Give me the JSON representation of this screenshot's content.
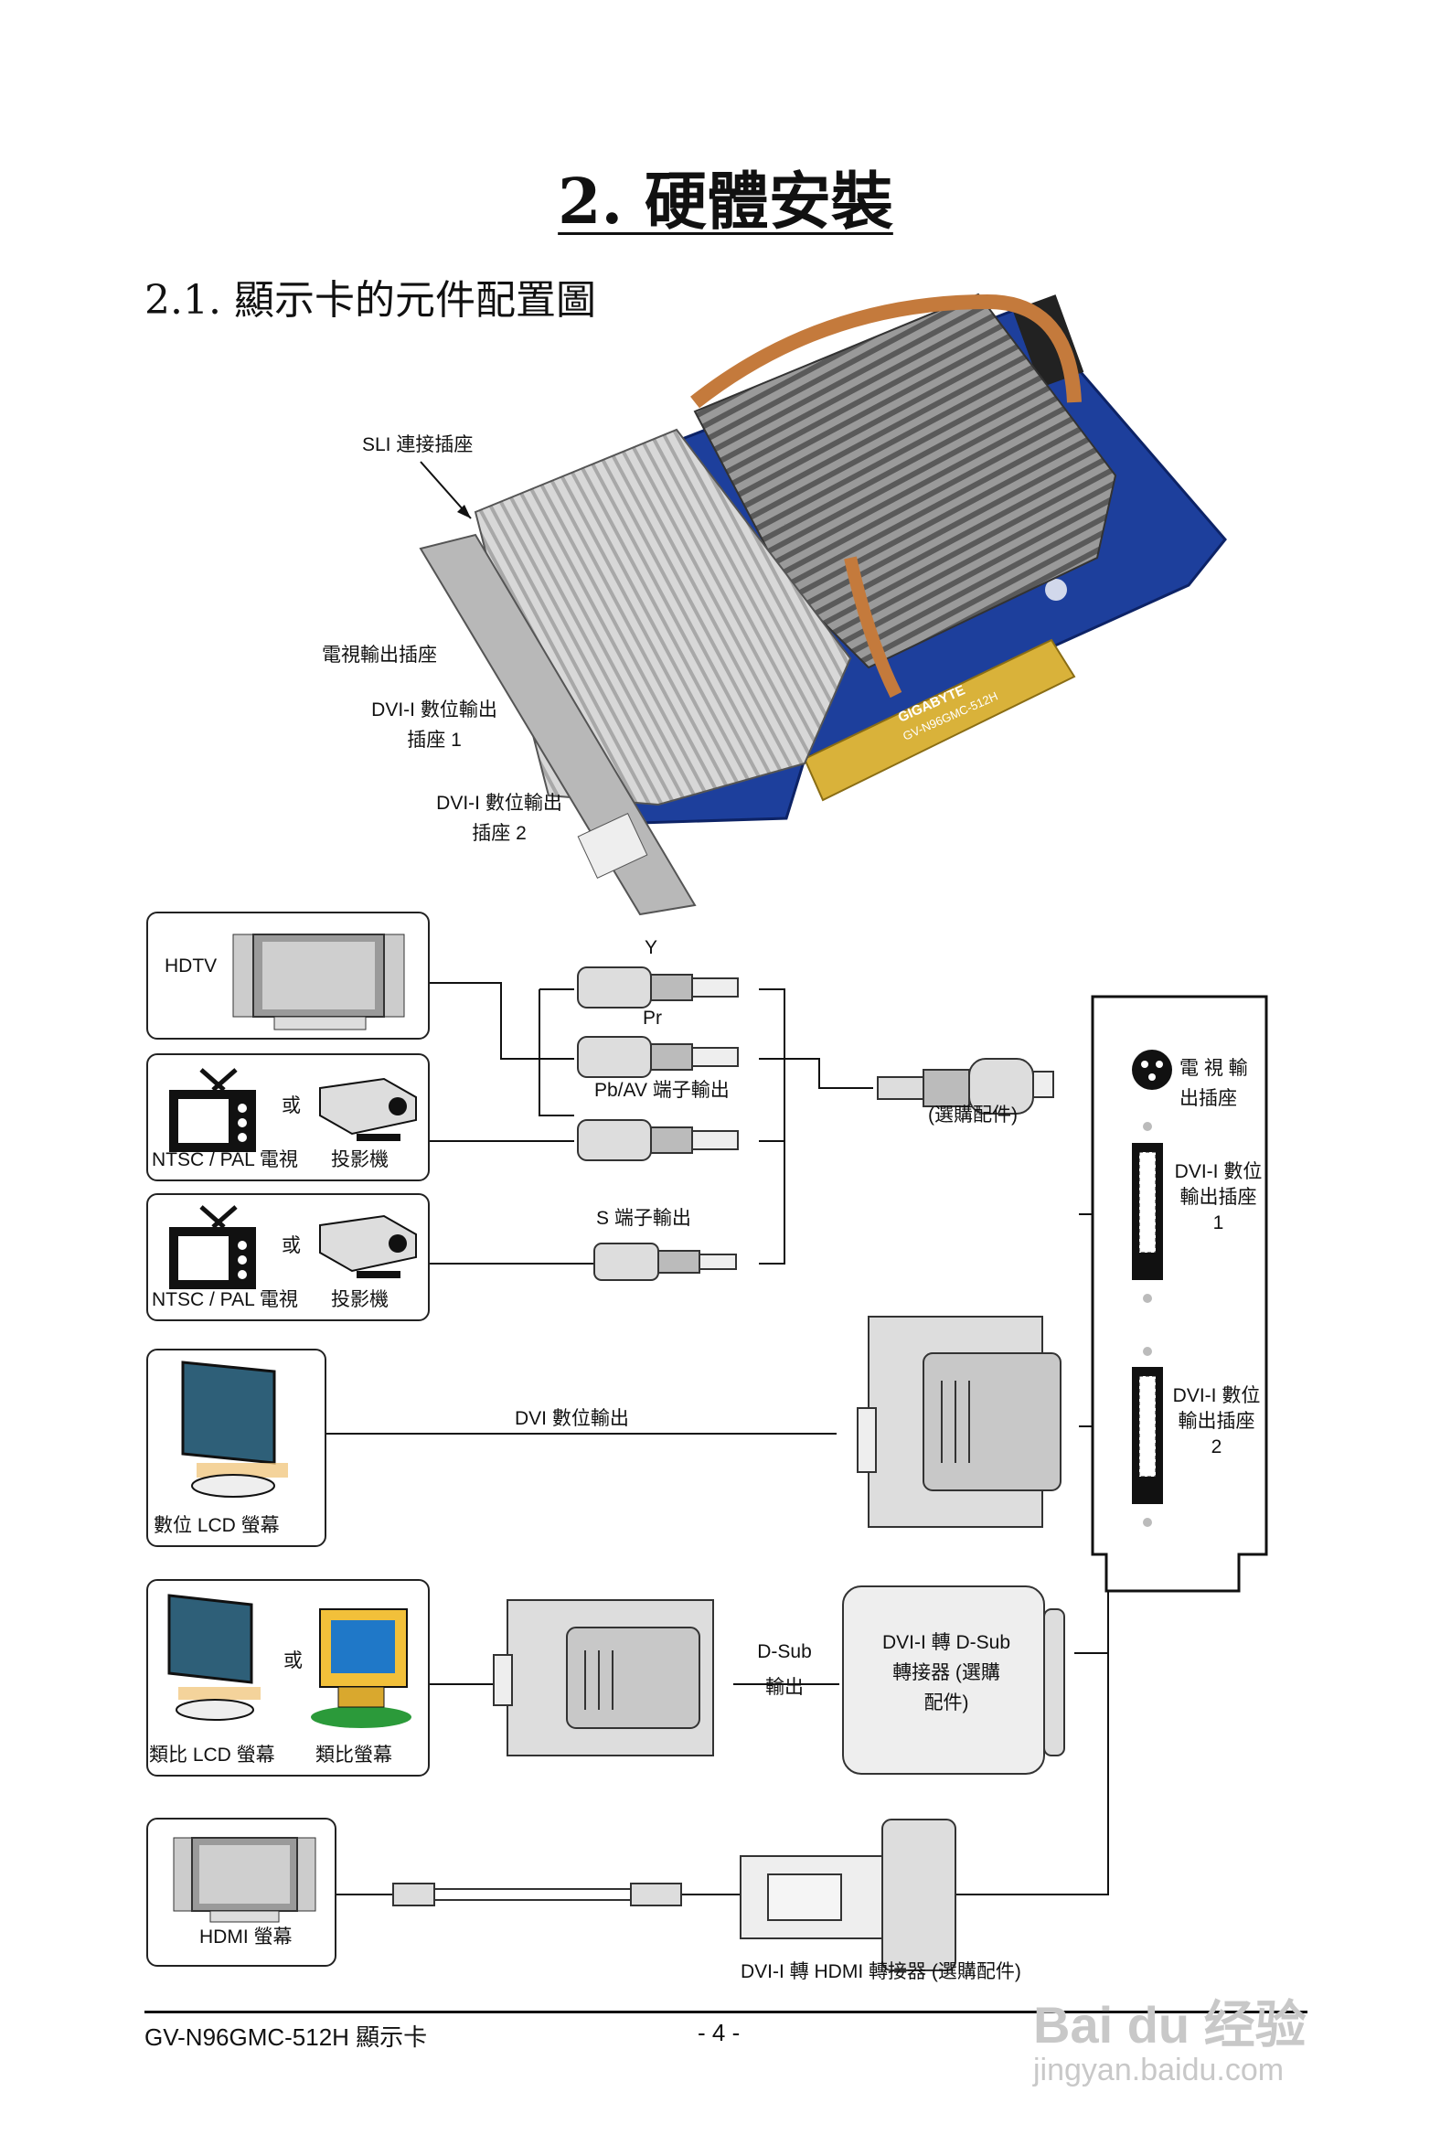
{
  "page": {
    "title": "2. 硬體安裝",
    "section": "2.1. 顯示卡的元件配置圖"
  },
  "card_labels": {
    "sli": "SLI 連接插座",
    "tv_out": "電視輸出插座",
    "dvi1_line1": "DVI-I 數位輸出",
    "dvi1_line2": "插座 1",
    "dvi2_line1": "DVI-I 數位輸出",
    "dvi2_line2": "插座 2",
    "brand": "GIGABYTE",
    "model": "GV-N96GMC-512H"
  },
  "connections": {
    "hdtv": "HDTV",
    "or": "或",
    "ntsc_tv": "NTSC / PAL 電視",
    "projector": "投影機",
    "y": "Y",
    "pr": "Pr",
    "pb_av": "Pb/AV 端子輸出",
    "s_video": "S 端子輸出",
    "optional": "(選購配件)",
    "digital_lcd": "數位 LCD 螢幕",
    "dvi_digital_out": "DVI 數位輸出",
    "analog_lcd": "類比 LCD 螢幕",
    "analog_crt": "類比螢幕",
    "dsub_out_line1": "D-Sub",
    "dsub_out_line2": "輸出",
    "dvi_dsub_line1": "DVI-I 轉 D-Sub",
    "dvi_dsub_line2": "轉接器 (選購",
    "dvi_dsub_line3": "配件)",
    "hdmi_monitor": "HDMI 螢幕",
    "dvi_hdmi": "DVI-I 轉 HDMI 轉接器 (選購配件)"
  },
  "bracket": {
    "tv_out_line1": "電 視 輸",
    "tv_out_line2": "出插座",
    "dvi1_line1": "DVI-I 數位",
    "dvi1_line2": "輸出插座",
    "dvi1_line3": "1",
    "dvi2_line1": "DVI-I 數位",
    "dvi2_line2": "輸出插座",
    "dvi2_line3": "2"
  },
  "footer": {
    "model": "GV-N96GMC-512H 顯示卡",
    "page_number": "- 4 -"
  },
  "watermark": {
    "brand": "Bai du 经验",
    "url": "jingyan.baidu.com"
  }
}
